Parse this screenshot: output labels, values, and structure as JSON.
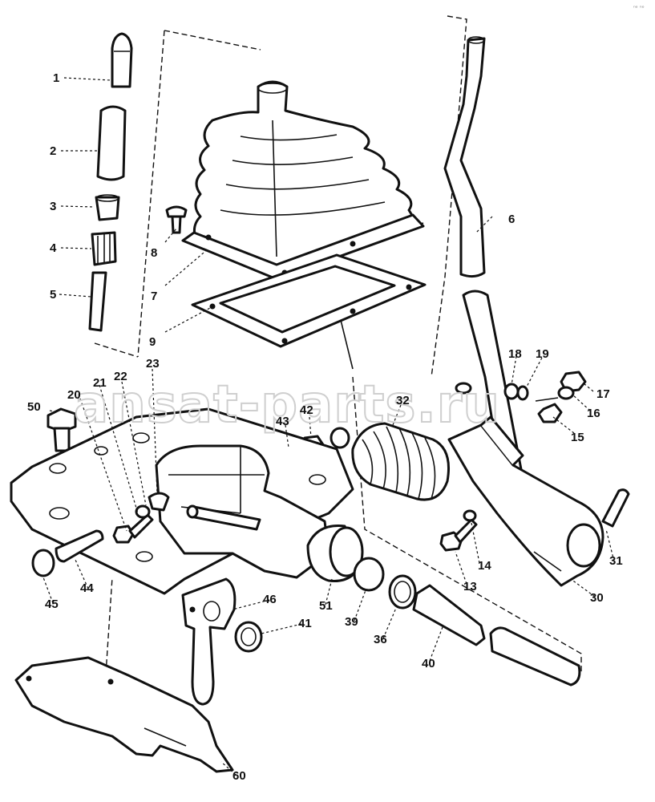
{
  "watermark": "ansat-parts.ru",
  "corner_mark": "ⁿᵒ ⁿᵒ",
  "callouts": [
    {
      "id": "c1",
      "label": "1"
    },
    {
      "id": "c2",
      "label": "2"
    },
    {
      "id": "c3",
      "label": "3"
    },
    {
      "id": "c4",
      "label": "4"
    },
    {
      "id": "c5",
      "label": "5"
    },
    {
      "id": "c6",
      "label": "6"
    },
    {
      "id": "c7",
      "label": "7"
    },
    {
      "id": "c8",
      "label": "8"
    },
    {
      "id": "c9",
      "label": "9"
    },
    {
      "id": "c13",
      "label": "13"
    },
    {
      "id": "c14",
      "label": "14"
    },
    {
      "id": "c15",
      "label": "15"
    },
    {
      "id": "c16",
      "label": "16"
    },
    {
      "id": "c17",
      "label": "17"
    },
    {
      "id": "c18",
      "label": "18"
    },
    {
      "id": "c19",
      "label": "19"
    },
    {
      "id": "c20",
      "label": "20"
    },
    {
      "id": "c21",
      "label": "21"
    },
    {
      "id": "c22",
      "label": "22"
    },
    {
      "id": "c23",
      "label": "23"
    },
    {
      "id": "c30",
      "label": "30"
    },
    {
      "id": "c31",
      "label": "31"
    },
    {
      "id": "c32",
      "label": "32"
    },
    {
      "id": "c36",
      "label": "36"
    },
    {
      "id": "c39",
      "label": "39"
    },
    {
      "id": "c40",
      "label": "40"
    },
    {
      "id": "c41",
      "label": "41"
    },
    {
      "id": "c42",
      "label": "42"
    },
    {
      "id": "c43",
      "label": "43"
    },
    {
      "id": "c44",
      "label": "44"
    },
    {
      "id": "c45",
      "label": "45"
    },
    {
      "id": "c46",
      "label": "46"
    },
    {
      "id": "c50",
      "label": "50"
    },
    {
      "id": "c51",
      "label": "51"
    },
    {
      "id": "c60",
      "label": "60"
    }
  ]
}
